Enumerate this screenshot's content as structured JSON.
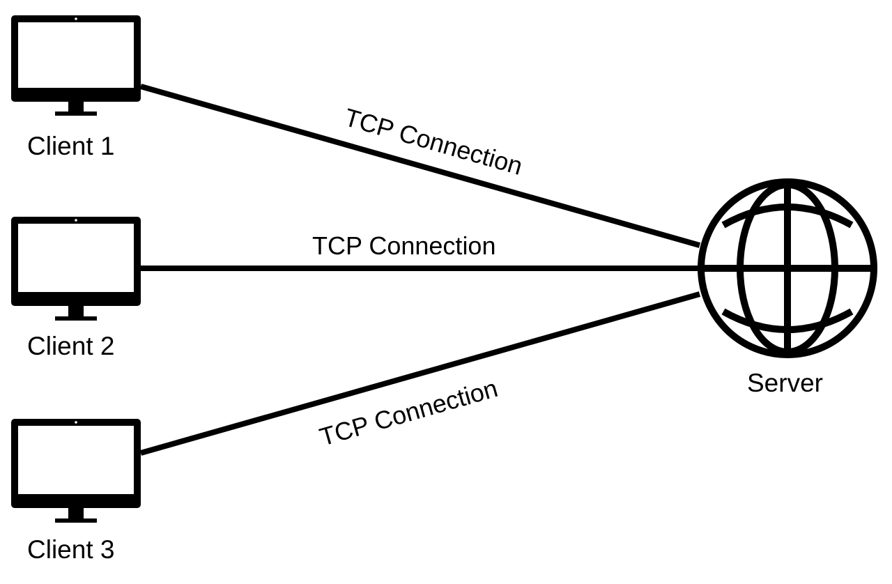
{
  "diagram": {
    "clients": [
      {
        "label": "Client 1"
      },
      {
        "label": "Client 2"
      },
      {
        "label": "Client 3"
      }
    ],
    "server": {
      "label": "Server"
    },
    "connections": [
      {
        "from": "Client 1",
        "to": "Server",
        "label": "TCP Connection"
      },
      {
        "from": "Client 2",
        "to": "Server",
        "label": "TCP Connection"
      },
      {
        "from": "Client 3",
        "to": "Server",
        "label": "TCP Connection"
      }
    ],
    "icons": {
      "client": "monitor-icon",
      "server": "globe-icon"
    },
    "colors": {
      "stroke": "#000000",
      "background": "#ffffff"
    }
  }
}
